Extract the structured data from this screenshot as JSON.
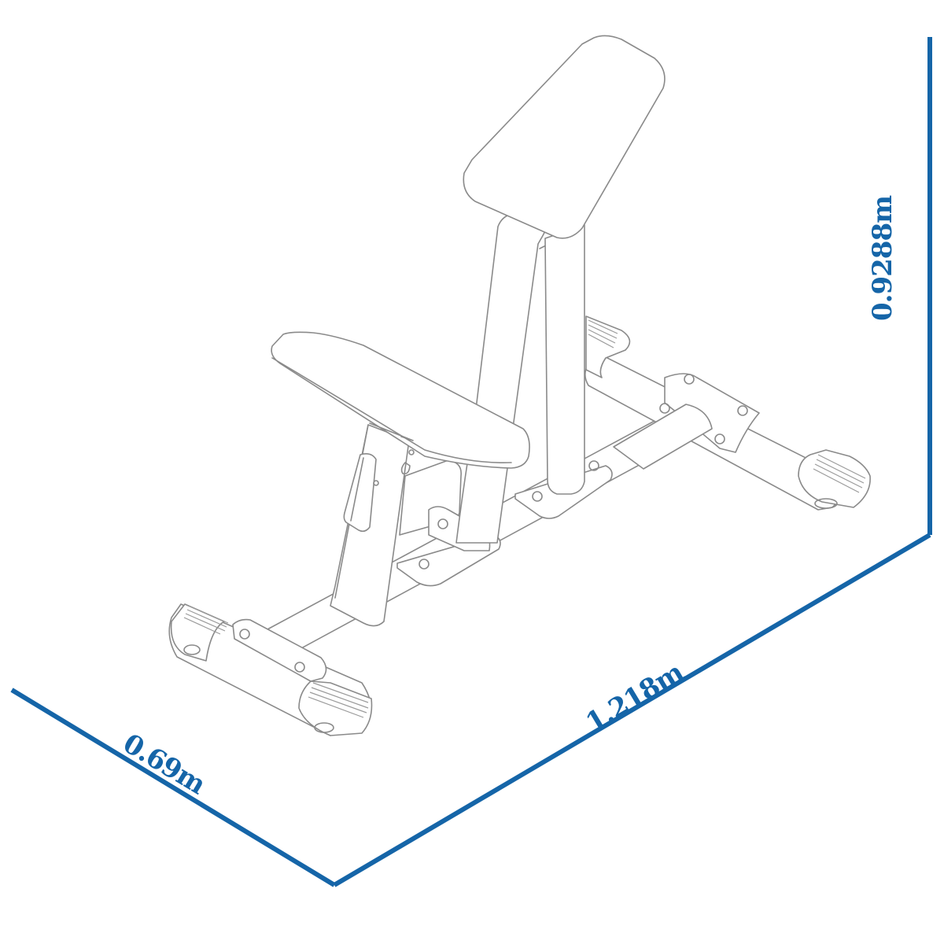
{
  "diagram": {
    "subject": "Preacher curl bench (isometric line drawing)",
    "accent_color": "#1565A8",
    "line_color": "#8a8a8a",
    "dimensions": {
      "depth": {
        "label": "0.69m",
        "value_m": 0.69
      },
      "length": {
        "label": "1.218m",
        "value_m": 1.218
      },
      "height": {
        "label": "0.9288m",
        "value_m": 0.9288
      }
    },
    "parts": [
      "arm-pad",
      "seat",
      "seat-post",
      "pop-pin-handle",
      "upright-support",
      "base-frame",
      "front-foot-tube",
      "rear-foot-tube",
      "rubber-feet"
    ]
  }
}
